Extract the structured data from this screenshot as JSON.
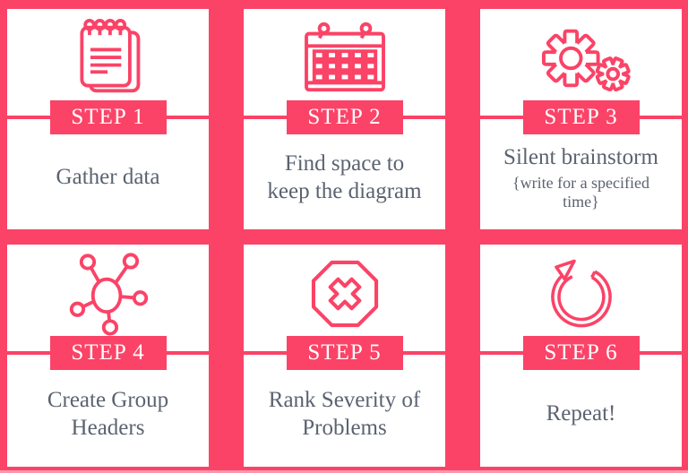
{
  "theme": {
    "background_color": "#fb4367",
    "card_color": "#ffffff",
    "accent_color": "#fb4367",
    "step_label_color": "#ffffff",
    "description_color": "#5b6370"
  },
  "steps": [
    {
      "label": "STEP 1",
      "icon": "notepad-icon",
      "title": "Gather data",
      "subtitle": ""
    },
    {
      "label": "STEP 2",
      "icon": "calendar-icon",
      "title": "Find space to\nkeep the diagram",
      "subtitle": ""
    },
    {
      "label": "STEP 3",
      "icon": "gears-icon",
      "title": "Silent brainstorm",
      "subtitle": "{write for a specified\ntime}"
    },
    {
      "label": "STEP 4",
      "icon": "mindmap-icon",
      "title": "Create Group\nHeaders",
      "subtitle": ""
    },
    {
      "label": "STEP 5",
      "icon": "octagon-x-icon",
      "title": "Rank Severity of\nProblems",
      "subtitle": ""
    },
    {
      "label": "STEP 6",
      "icon": "repeat-icon",
      "title": "Repeat!",
      "subtitle": ""
    }
  ]
}
